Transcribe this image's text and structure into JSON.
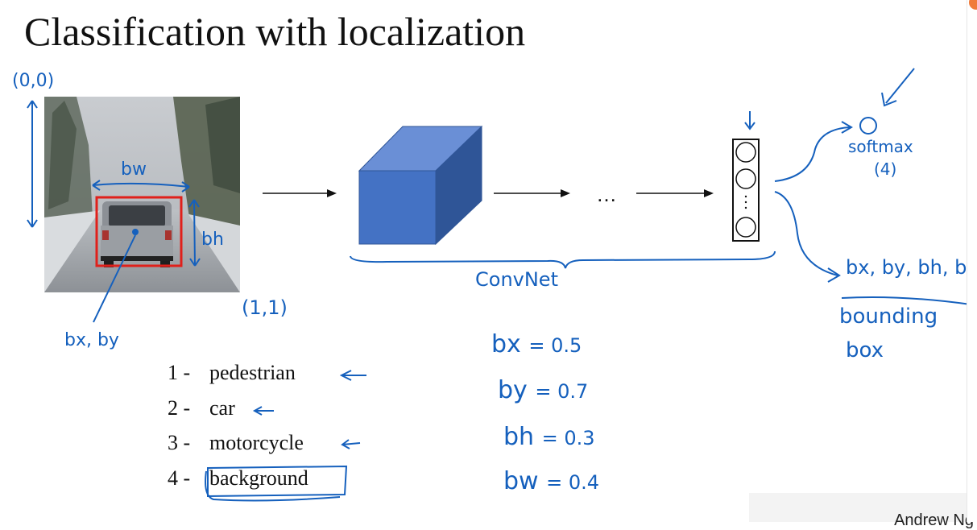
{
  "slide": {
    "title": "Classification with localization",
    "footer": "Andrew Ng"
  },
  "classes": [
    {
      "num": "1 -",
      "name": "pedestrian"
    },
    {
      "num": "2 -",
      "name": "car"
    },
    {
      "num": "3 -",
      "name": "motorcycle"
    },
    {
      "num": "4 -",
      "name": "background"
    }
  ],
  "diagram": {
    "ellipsis": "…"
  },
  "annotations": {
    "origin": "(0,0)",
    "corner": "(1,1)",
    "bw_label": "bw",
    "bh_label": "bh",
    "center_label": "bx, by",
    "convnet_label": "ConvNet",
    "softmax_label": "softmax",
    "softmax_count": "(4)",
    "bbox_params": "bx, by, bh, bw",
    "bbox_label_1": "bounding",
    "bbox_label_2": "box",
    "values": [
      {
        "name": "bx",
        "value": "= 0.5"
      },
      {
        "name": "by",
        "value": "= 0.7"
      },
      {
        "name": "bh",
        "value": "= 0.3"
      },
      {
        "name": "bw",
        "value": "= 0.4"
      }
    ]
  },
  "colors": {
    "ink": "#1560bd",
    "box": "#e0201b",
    "cube_front": "#4472c4",
    "cube_top": "#6a8fd6",
    "cube_side": "#2f5597"
  }
}
